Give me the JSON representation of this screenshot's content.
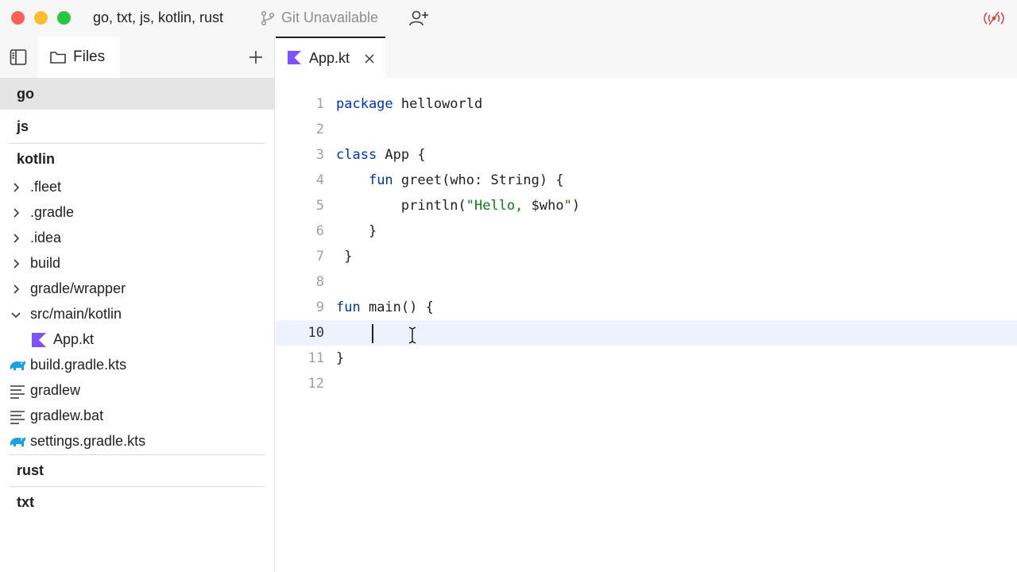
{
  "titlebar": {
    "project_title": "go, txt, js, kotlin, rust",
    "git_status": "Git Unavailable"
  },
  "sidebar": {
    "files_tab_label": "Files",
    "roots": [
      {
        "label": "go",
        "selected": true
      },
      {
        "label": "js"
      },
      {
        "label": "kotlin"
      },
      {
        "label": "rust"
      },
      {
        "label": "txt"
      }
    ],
    "kotlin_children": [
      {
        "label": ".fleet",
        "kind": "folder",
        "expanded": false
      },
      {
        "label": ".gradle",
        "kind": "folder",
        "expanded": false
      },
      {
        "label": ".idea",
        "kind": "folder",
        "expanded": false
      },
      {
        "label": "build",
        "kind": "folder",
        "expanded": false
      },
      {
        "label": "gradle/wrapper",
        "kind": "folder",
        "expanded": false
      },
      {
        "label": "src/main/kotlin",
        "kind": "folder",
        "expanded": true
      },
      {
        "label": "App.kt",
        "kind": "kotlin-file"
      },
      {
        "label": "build.gradle.kts",
        "kind": "gradle-file"
      },
      {
        "label": "gradlew",
        "kind": "text-file"
      },
      {
        "label": "gradlew.bat",
        "kind": "text-file"
      },
      {
        "label": "settings.gradle.kts",
        "kind": "gradle-file"
      }
    ]
  },
  "editor": {
    "active_tab": "App.kt",
    "current_line": 10,
    "lines": [
      {
        "n": "1",
        "t": "package helloworld"
      },
      {
        "n": "2",
        "t": ""
      },
      {
        "n": "3",
        "t": "class App {"
      },
      {
        "n": "4",
        "t": "    fun greet(who: String) {"
      },
      {
        "n": "5",
        "t": "        println(\"Hello, $who\")"
      },
      {
        "n": "6",
        "t": "    }"
      },
      {
        "n": "7",
        "t": " }"
      },
      {
        "n": "8",
        "t": ""
      },
      {
        "n": "9",
        "t": "fun main() {"
      },
      {
        "n": "10",
        "t": ""
      },
      {
        "n": "11",
        "t": "}"
      },
      {
        "n": "12",
        "t": ""
      }
    ]
  },
  "colors": {
    "keyword": "#0033b3",
    "string": "#067d17",
    "kotlin_icon": "#7f52ff",
    "gradle_icon": "#1ba1e2",
    "current_line": "#edf2fc",
    "live_icon": "#c94f4f"
  },
  "icons": {
    "sidebar_toggle": "sidebar-panel-icon",
    "files": "folder-icon",
    "add": "plus-icon",
    "git": "git-branch-icon",
    "share": "add-person-icon",
    "live": "broadcast-off-icon"
  }
}
